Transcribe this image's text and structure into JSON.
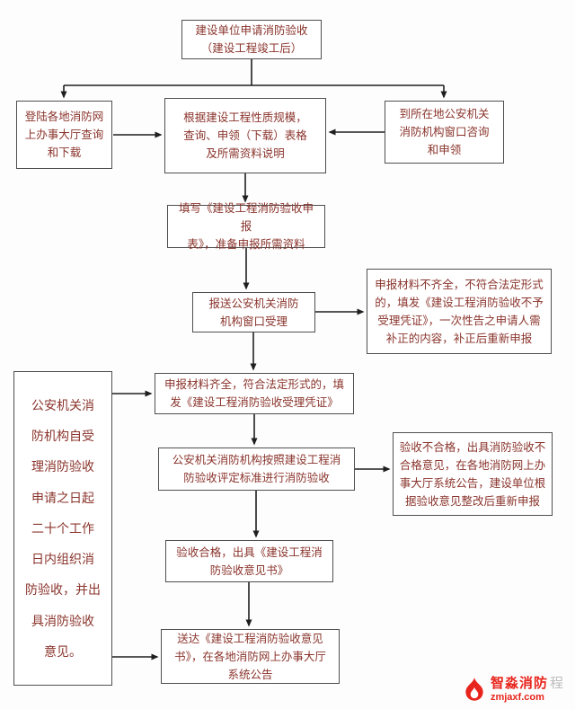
{
  "page": {
    "background": "#fdfdfd"
  },
  "colors": {
    "box_text": "#8a342c",
    "box_border": "#4f4f4f",
    "arrow": "#1f1f1f",
    "logo_red": "#e8251d",
    "logo_ghost_gray": "#bcbcbc"
  },
  "flowchart": {
    "nodes": {
      "start": "建设单位申请消防验收\n（建设工程竣工后）",
      "online_portal": "登陆各地消防网\n上办事大厅查询\n和下载",
      "query_forms": "根据建设工程性质规模，\n查询、申领（下载）表格\n及所需资料说明",
      "counter_inquiry": "到所在地公安机关\n消防机构窗口咨询\n和申领",
      "fill_form": "填写《建设工程消防验收申报\n表》，准备申报所需资料",
      "submit": "报送公安机关消防\n机构窗口受理",
      "incomplete": "申报材料不齐全，不符合法定形式\n的，填发《建设工程消防验收不予\n受理凭证》，一次性告之申请人需\n补正的内容，补正后重新申报",
      "accepted": "申报材料齐全，符合法定形式的，填\n发《建设工程消防验收受理凭证》",
      "duty": "公安机关消\n防机构自受\n理消防验收\n申请之日起\n二十个工作\n日内组织消\n防验收，并出\n具消防验收\n意见。",
      "assess": "公安机关消防机构按照建设工程消\n防验收评定标准进行消防验收",
      "fail": "验收不合格，出具消防验收不\n合格意见，在各地消防网上办\n事大厅系统公告，建设单位根\n据验收意见整改后重新申报",
      "pass": "验收合格，出具《建设工程消\n防验收意见书》",
      "deliver": "送达《建设工程消防验收意见\n书》，在各地消防网上办事大厅\n系统公告"
    }
  },
  "logo": {
    "title": "智淼消防",
    "ghost": "程",
    "url": "zmjaxf.com"
  }
}
